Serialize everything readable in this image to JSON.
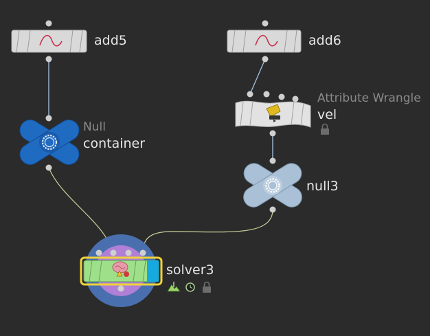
{
  "colors": {
    "background": "#2b2b2b",
    "wire": "#a7c3df",
    "wire_solver": "#c7d49a",
    "null_blue": "#1f6bc2",
    "null_light": "#a9c0d6",
    "solver_green": "#9ee08a",
    "selection_yellow": "#f0d23a"
  },
  "nodes": {
    "add5": {
      "name": "add5",
      "icon": "curve-icon"
    },
    "add6": {
      "name": "add6",
      "icon": "curve-icon"
    },
    "container": {
      "type": "Null",
      "name": "container",
      "icon": "gear-icon"
    },
    "vel": {
      "type": "Attribute Wrangle",
      "name": "vel",
      "icon": "wrangle-icon",
      "flags": [
        "lock-icon"
      ]
    },
    "null3": {
      "name": "null3",
      "icon": "gear-icon"
    },
    "solver3": {
      "name": "solver3",
      "icon": "brain-icon",
      "flags": [
        "mountain-icon",
        "clock-icon",
        "lock-icon"
      ]
    }
  }
}
